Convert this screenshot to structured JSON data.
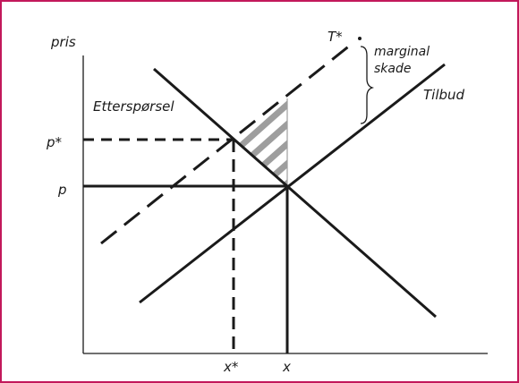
{
  "colors": {
    "border": "#c2185b",
    "line": "#1a1a1a",
    "hatch": "#9e9e9e",
    "background": "#ffffff"
  },
  "labels": {
    "y_axis": "pris",
    "t_star": "T*",
    "marginal": "marginal",
    "skade": "skade",
    "demand": "Etterspørsel",
    "supply": "Tilbud",
    "p_star": "p*",
    "p": "p",
    "x_star": "x*",
    "x": "x"
  }
}
